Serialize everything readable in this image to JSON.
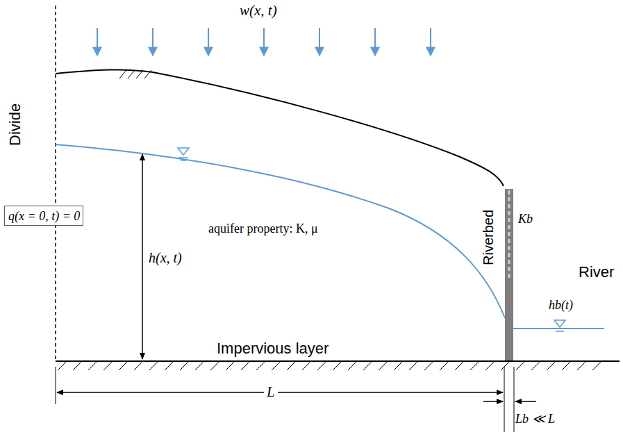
{
  "diagram": {
    "nodes": [
      {
        "text": [
          "q(x = 0, t) = 0"
        ]
      }
    ],
    "labels": [
      "w(x, t)",
      "Divide",
      "h(x, t)",
      "aquifer property: K, μ",
      "Riverbed",
      "Kb",
      "River",
      "hb(t)",
      "Impervious layer",
      "L",
      "Lb ≪ L"
    ]
  }
}
